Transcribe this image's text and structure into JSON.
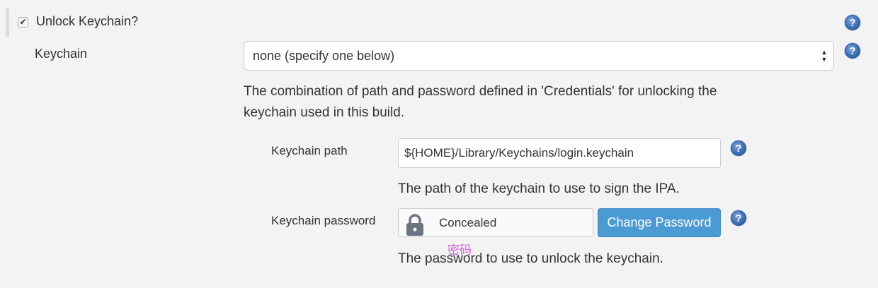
{
  "section": {
    "checkbox_checked": true,
    "checkbox_mark": "✔",
    "title": "Unlock Keychain?",
    "help_icon": "?"
  },
  "keychain": {
    "label": "Keychain",
    "selected": "none (specify one below)",
    "select_arrows": "▲▼",
    "description_line1": "The combination of path and password defined in 'Credentials' for unlocking the",
    "description_line2": "keychain used in this build.",
    "help_icon": "?"
  },
  "keychain_path": {
    "label": "Keychain path",
    "value": "${HOME}/Library/Keychains/login.keychain",
    "description": "The path of the keychain to use to sign the IPA.",
    "help_icon": "?"
  },
  "keychain_password": {
    "label": "Keychain password",
    "value": "Concealed",
    "lock_icon": "lock-icon",
    "button_label": "Change Password",
    "annotation": "密码",
    "description": "The password to use to unlock the keychain.",
    "help_icon": "?"
  },
  "colors": {
    "primary_button": "#4c9ad3",
    "annotation": "#d565d8",
    "background": "#f3f3f3"
  }
}
